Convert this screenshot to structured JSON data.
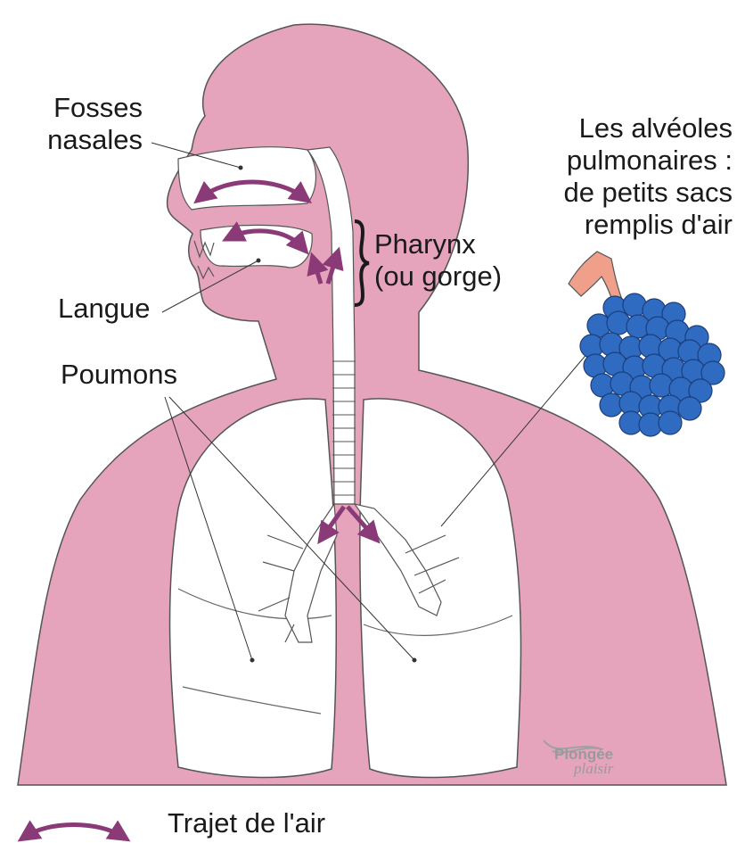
{
  "labels": {
    "fosses_line1": "Fosses",
    "fosses_line2": "nasales",
    "langue": "Langue",
    "pharynx_line1": "Pharynx",
    "pharynx_line2": "(ou gorge)",
    "poumons": "Poumons",
    "alveoles_line1": "Les alvéoles",
    "alveoles_line2": "pulmonaires :",
    "alveoles_line3": "de petits sacs",
    "alveoles_line4": "remplis d'air"
  },
  "legend": {
    "label": "Trajet de l'air"
  },
  "watermark": {
    "line1": "Plongée",
    "line2": "plaisir"
  },
  "colors": {
    "body": "#e5a4bc",
    "outline": "#555555",
    "lung_fill": "#ffffff",
    "arrow": "#8b3a78",
    "alveoli": "#2f6bc0",
    "alveoli_stroke": "#1e3f7a",
    "bronchiole": "#f0a08a"
  }
}
